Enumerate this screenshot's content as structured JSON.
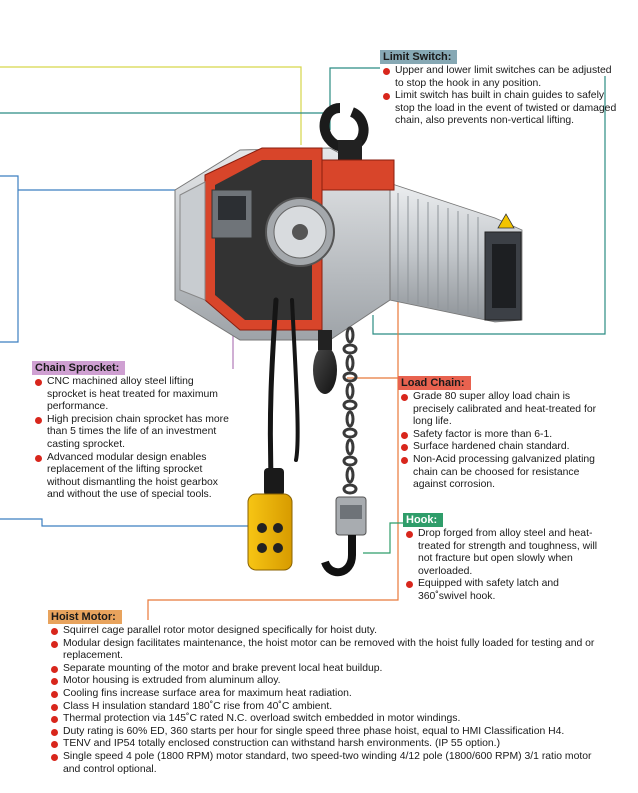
{
  "colors": {
    "bullet": "#d8261c",
    "limit_switch_title_bg": "#86a8b4",
    "chain_sprocket_title_bg": "#cfa0d2",
    "load_chain_title_bg": "#e8624f",
    "hook_title_bg": "#2f9d6a",
    "hoist_motor_title_bg": "#e8a35d",
    "callout_yellow": "#d6d64a",
    "callout_teal": "#2b8c83",
    "callout_blue": "#3c7fc0",
    "callout_orange": "#e8793a",
    "callout_purple": "#b07ab8",
    "motor_housing": "#c6c9cc",
    "gear_cutaway": "#d8452a",
    "pendant_yellow": "#f0b800"
  },
  "limit_switch": {
    "title": "Limit Switch:",
    "items": [
      "Upper and lower limit switches can be adjusted to stop the hook in any position.",
      "Limit switch has built in chain guides to safely stop the load in the event of twisted or damaged chain, also prevents non-vertical lifting."
    ]
  },
  "chain_sprocket": {
    "title": "Chain Sprocket:",
    "items": [
      "CNC machined alloy steel lifting sprocket is heat treated for maximum performance.",
      "High precision chain sprocket has more than 5 times the life of an investment casting sprocket.",
      "Advanced modular design enables replacement of the lifting sprocket without dismantling the hoist gearbox and without the use of special tools."
    ]
  },
  "load_chain": {
    "title": "Load Chain:",
    "items": [
      "Grade 80 super alloy load chain is precisely calibrated and heat-treated for long life.",
      "Safety factor is more than 6-1.",
      "Surface hardened chain standard.",
      "Non-Acid processing galvanized plating chain can be choosed for resistance against corrosion."
    ]
  },
  "hook": {
    "title": "Hook:",
    "items": [
      "Drop forged from alloy steel and heat-treated for strength and toughness, will not fracture but open slowly when overloaded.",
      "Equipped with safety latch and 360˚swivel hook."
    ]
  },
  "hoist_motor": {
    "title": "Hoist Motor:",
    "items": [
      "Squirrel cage parallel rotor motor designed specifically for hoist duty.",
      "Modular design facilitates maintenance, the hoist motor can be removed with the hoist fully loaded for testing and or replacement.",
      "Separate mounting of the motor and brake prevent local heat buildup.",
      "Motor housing is extruded from aluminum alloy.",
      "Cooling fins increase surface area for maximum heat radiation.",
      "Class H insulation standard 180˚C rise from 40˚C ambient.",
      "Thermal protection via 145˚C rated N.C. overload switch embedded in motor windings.",
      "Duty rating is 60% ED, 360 starts per hour for single speed three phase hoist, equal to HMI Classification H4.",
      "TENV and IP54 totally enclosed construction can withstand harsh environments. (IP 55 option.)",
      "Single speed 4 pole (1800 RPM) motor standard, two speed-two winding 4/12 pole (1800/600 RPM) 3/1 ratio motor and control optional."
    ]
  }
}
